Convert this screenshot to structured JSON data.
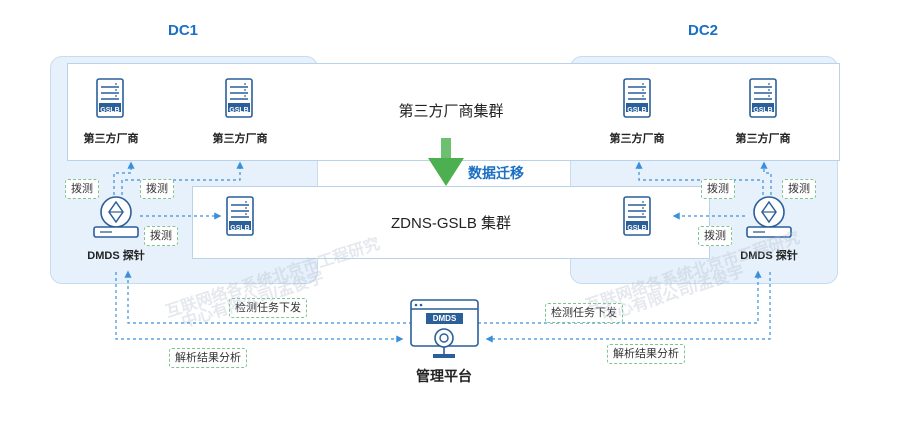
{
  "dc1": {
    "title": "DC1"
  },
  "dc2": {
    "title": "DC2"
  },
  "vendor_cluster": {
    "label": "第三方厂商集群"
  },
  "zdns_cluster": {
    "label": "ZDNS-GSLB 集群"
  },
  "migration": {
    "label": "数据迁移"
  },
  "server": {
    "badge": "GSLB"
  },
  "vendor": {
    "label": "第三方厂商"
  },
  "probe": {
    "label": "DMDS 探针",
    "tag": "拨测"
  },
  "platform": {
    "label": "管理平台",
    "badge": "DMDS"
  },
  "flows": {
    "dispatch": "检测任务下发",
    "analysis": "解析结果分析"
  },
  "watermark": {
    "lines": [
      "互联网络各系统北京市工程研究",
      "中心有限公司/孟俊宇"
    ]
  },
  "colors": {
    "accent": "#1a6fc4",
    "arrow_green": "#4caf50",
    "dashed_line": "#3a8fdc"
  }
}
